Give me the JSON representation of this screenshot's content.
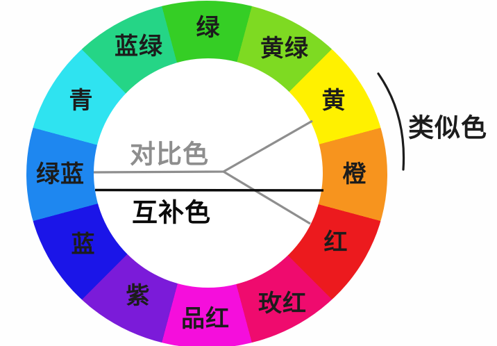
{
  "wheel": {
    "label_color": "#1c1c1c",
    "segments": [
      {
        "name": "green",
        "label": "绿",
        "color": "#35ce25"
      },
      {
        "name": "yellow-green",
        "label": "黄绿",
        "color": "#7eda22"
      },
      {
        "name": "yellow",
        "label": "黄",
        "color": "#fff100"
      },
      {
        "name": "orange",
        "label": "橙",
        "color": "#f7941e"
      },
      {
        "name": "red",
        "label": "红",
        "color": "#ec1a1e"
      },
      {
        "name": "rose-red",
        "label": "玫红",
        "color": "#ef0b6e"
      },
      {
        "name": "magenta",
        "label": "品红",
        "color": "#f50edc"
      },
      {
        "name": "purple",
        "label": "紫",
        "color": "#7b1bd9"
      },
      {
        "name": "blue",
        "label": "蓝",
        "color": "#1b15e8"
      },
      {
        "name": "green-blue",
        "label": "绿蓝",
        "color": "#1e87f0"
      },
      {
        "name": "cyan",
        "label": "青",
        "color": "#2fe3f0"
      },
      {
        "name": "blue-green",
        "label": "蓝绿",
        "color": "#25d586"
      }
    ]
  },
  "annotations": {
    "contrast": {
      "label": "对比色",
      "color": "#8e8e8e"
    },
    "complementary": {
      "label": "互补色",
      "color": "#0a0a0a"
    },
    "analogous": {
      "label": "类似色",
      "color": "#1c1c1c"
    }
  }
}
